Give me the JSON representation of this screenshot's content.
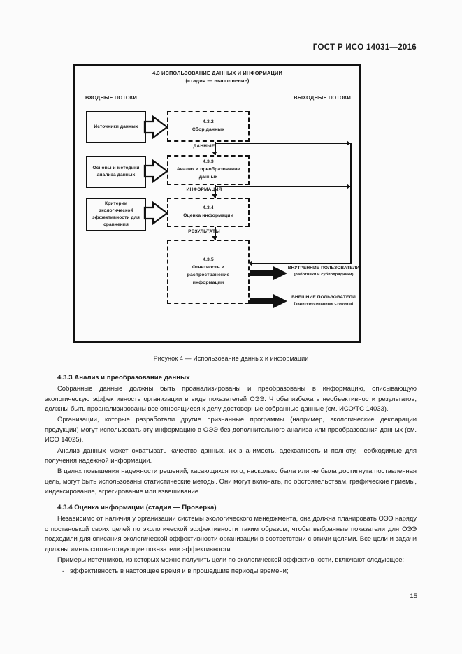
{
  "document": {
    "standard_header": "ГОСТ Р ИСО 14031—2016",
    "page_number": "15"
  },
  "figure": {
    "title_line1": "4.3 ИСПОЛЬЗОВАНИЕ ДАННЫХ И ИНФОРМАЦИИ",
    "title_line2": "(стадия — выполнение)",
    "column_inputs": "ВХОДНЫЕ ПОТОКИ",
    "column_outputs": "ВЫХОДНЫЕ ПОТОКИ",
    "input_boxes": [
      {
        "label": "Источники данных"
      },
      {
        "label": "Основы и методики анализа данных"
      },
      {
        "label": "Критерии экологической эффективности для сравнения"
      }
    ],
    "process_boxes": [
      {
        "number": "4.3.2",
        "label": "Сбор данных"
      },
      {
        "number": "4.3.3",
        "label": "Анализ и преобразование данных"
      },
      {
        "number": "4.3.4",
        "label": "Оценка информации"
      },
      {
        "number": "4.3.5",
        "label": "Отчетность и распространение информации"
      }
    ],
    "flow_labels": [
      "ДАННЫЕ",
      "ИНФОРМАЦИЯ",
      "РЕЗУЛЬТАТЫ"
    ],
    "user_groups": [
      {
        "title": "ВНУТРЕННИЕ ПОЛЬЗОВАТЕЛИ",
        "sub": "(работники и субподрядчики)"
      },
      {
        "title": "ВНЕШНИЕ ПОЛЬЗОВАТЕЛИ",
        "sub": "(заинтересованные стороны)"
      }
    ],
    "caption": "Рисунок 4 — Использование данных и информации"
  },
  "sections": {
    "s433": {
      "heading": "4.3.3  Анализ и преобразование данных",
      "paragraphs": [
        "Собранные данные должны быть проанализированы и преобразованы в информацию, описывающую экологическую эффективность организации в виде показателей ОЭЭ. Чтобы избежать необъективности результатов, должны быть проанализированы все относящиеся к делу достоверные собранные данные (см. ИСО/ТС 14033).",
        "Организации, которые разработали другие признанные программы (например, экологические декларации продукции) могут использовать эту информацию в ОЭЭ без дополнительного анализа или преобразования данных (см. ИСО 14025).",
        "Анализ данных может охватывать качество данных, их значимость, адекватность и полноту, необходимые для получения надежной информации.",
        "В целях повышения надежности решений, касающихся того, насколько была или не была достигнута поставленная цель, могут быть использованы статистические методы. Они могут включать, по обстоятельствам, графические приемы, индексирование, агрегирование или взвешивание."
      ]
    },
    "s434": {
      "heading": "4.3.4  Оценка информации (стадия — Проверка)",
      "paragraphs": [
        "Независимо от наличия у организации системы экологического менеджмента, она должна планировать ОЭЭ наряду с постановкой своих целей по экологической эффективности таким образом, чтобы выбранные показатели для ОЭЭ подходили для описания экологической эффективности организации в соответствии с этими целями. Все цели и задачи должны иметь соответствующие показатели эффективности.",
        "Примеры источников, из которых можно получить цели по экологической эффективности, включают следующее:"
      ],
      "list_items": [
        "эффективность в настоящее время и в прошедшие периоды времени;"
      ]
    }
  },
  "colors": {
    "ink": "#111111",
    "page_background": "#fbfbfb"
  }
}
